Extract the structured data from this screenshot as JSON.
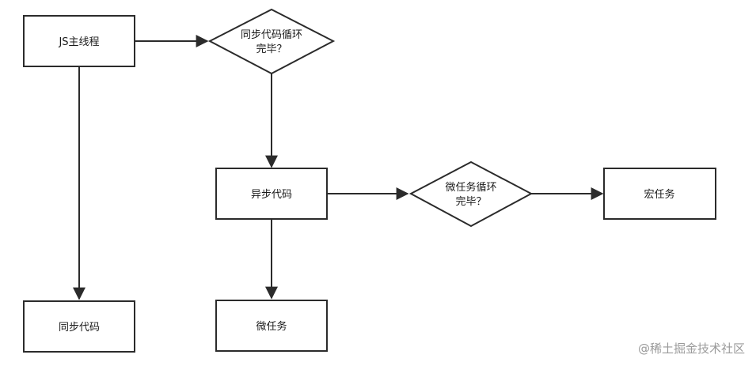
{
  "nodes": {
    "main_thread": "JS主线程",
    "sync_loop_done": [
      "同步代码循环",
      "完毕？"
    ],
    "async_code": "异步代码",
    "microtask_loop_done": [
      "微任务循环",
      "完毕？"
    ],
    "macrotask": "宏任务",
    "sync_code": "同步代码",
    "microtask": "微任务"
  },
  "watermark": "@稀土掘金技术社区"
}
